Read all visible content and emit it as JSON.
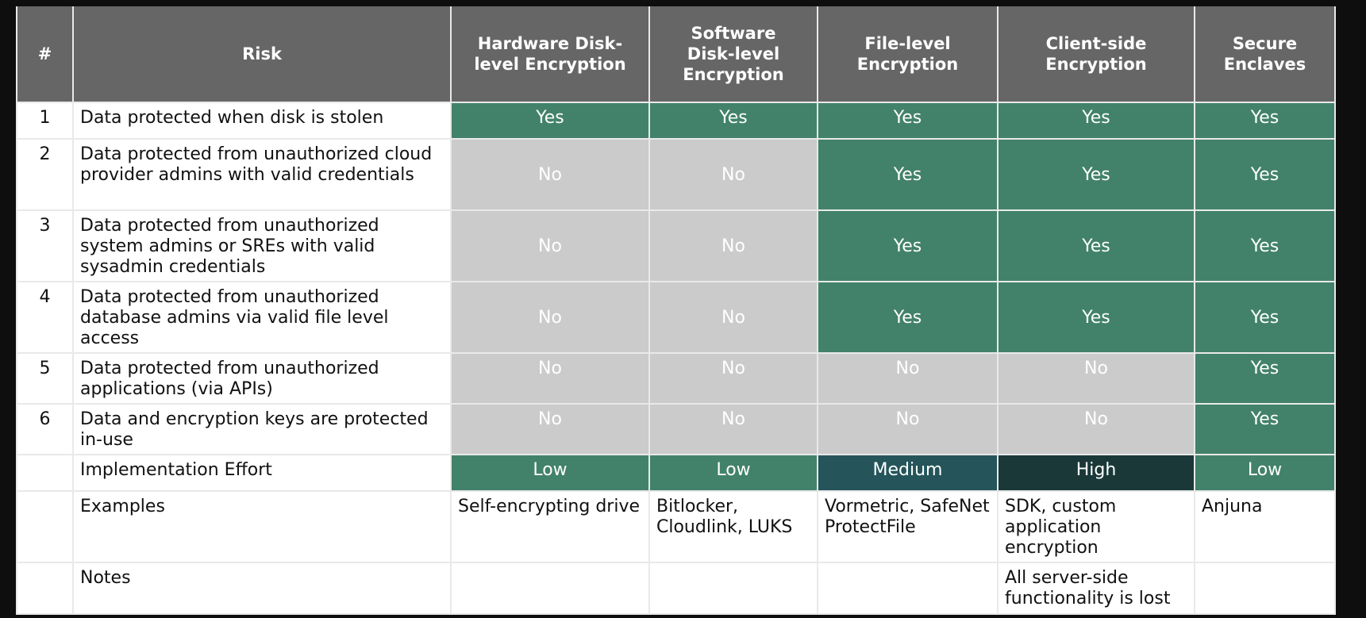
{
  "columns": [
    "#",
    "Risk",
    "Hardware Disk-level Encryption",
    "Software Disk-level Encryption",
    "File-level Encryption",
    "Client-side Encryption",
    "Secure Enclaves"
  ],
  "rows": [
    {
      "num": "1",
      "risk": "Data protected when disk is stolen",
      "values": [
        "Yes",
        "Yes",
        "Yes",
        "Yes",
        "Yes"
      ]
    },
    {
      "num": "2",
      "risk": "Data protected from unauthorized cloud provider admins with valid credentials",
      "values": [
        "No",
        "No",
        "Yes",
        "Yes",
        "Yes"
      ]
    },
    {
      "num": "3",
      "risk": "Data protected from unauthorized system admins or SREs with valid sysadmin credentials",
      "values": [
        "No",
        "No",
        "Yes",
        "Yes",
        "Yes"
      ]
    },
    {
      "num": "4",
      "risk": "Data protected from unauthorized database admins via valid file level access",
      "values": [
        "No",
        "No",
        "Yes",
        "Yes",
        "Yes"
      ]
    },
    {
      "num": "5",
      "risk": "Data protected from unauthorized applications (via APIs)",
      "values": [
        "No",
        "No",
        "No",
        "No",
        "Yes"
      ]
    },
    {
      "num": "6",
      "risk": "Data and encryption keys are protected in-use",
      "values": [
        "No",
        "No",
        "No",
        "No",
        "Yes"
      ]
    }
  ],
  "effort": {
    "label": "Implementation Effort",
    "values": [
      "Low",
      "Low",
      "Medium",
      "High",
      "Low"
    ]
  },
  "examples": {
    "label": "Examples",
    "values": [
      "Self-encrypting drive",
      "Bitlocker, Cloudlink, LUKS",
      "Vormetric, SafeNet ProtectFile",
      "SDK, custom application encryption",
      "Anjuna"
    ]
  },
  "notes": {
    "label": "Notes",
    "values": [
      "",
      "",
      "",
      "All server-side functionality is lost",
      ""
    ]
  },
  "colors": {
    "header_bg": "#666666",
    "yes_bg": "#42826a",
    "no_bg": "#cbcbcb",
    "low_bg": "#42826a",
    "medium_bg": "#25555a",
    "high_bg": "#1b3839",
    "page_bg": "#0e0e0e"
  }
}
